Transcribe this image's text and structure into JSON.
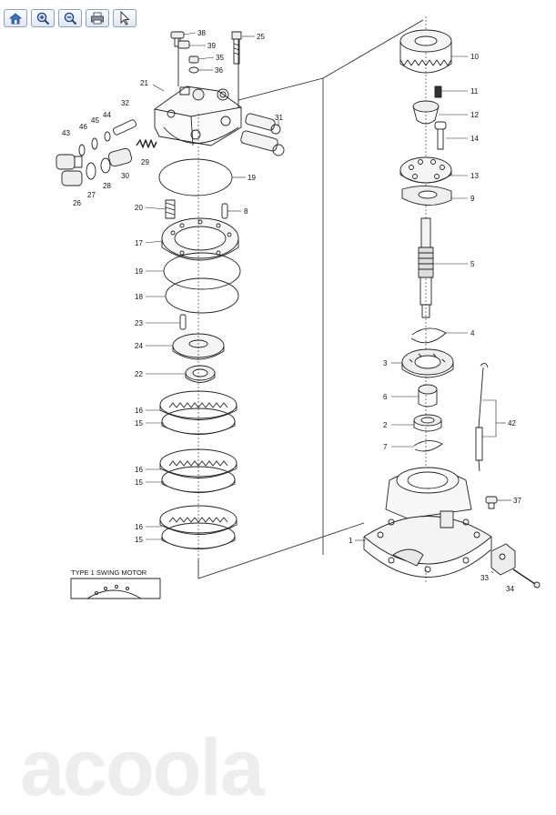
{
  "toolbar": {
    "buttons": [
      {
        "name": "home-button",
        "icon": "home-icon"
      },
      {
        "name": "zoom-in-button",
        "icon": "zoom-in-icon"
      },
      {
        "name": "zoom-out-button",
        "icon": "zoom-out-icon"
      },
      {
        "name": "print-button",
        "icon": "print-icon"
      },
      {
        "name": "select-button",
        "icon": "cursor-icon"
      }
    ]
  },
  "diagram": {
    "caption": "TYPE 1 SWING MOTOR",
    "part_labels": [
      "38",
      "25",
      "39",
      "35",
      "36",
      "21",
      "32",
      "44",
      "45",
      "46",
      "43",
      "29",
      "31",
      "30",
      "28",
      "27",
      "26",
      "19",
      "20",
      "8",
      "17",
      "19",
      "18",
      "23",
      "24",
      "22",
      "16",
      "15",
      "16",
      "15",
      "16",
      "15",
      "10",
      "11",
      "12",
      "14",
      "13",
      "9",
      "5",
      "4",
      "3",
      "6",
      "2",
      "7",
      "42",
      "37",
      "1",
      "33",
      "34"
    ]
  },
  "watermark": "acoola",
  "colors": {
    "line": "#222222",
    "background": "#ffffff",
    "button_border": "#8aa0c8"
  }
}
